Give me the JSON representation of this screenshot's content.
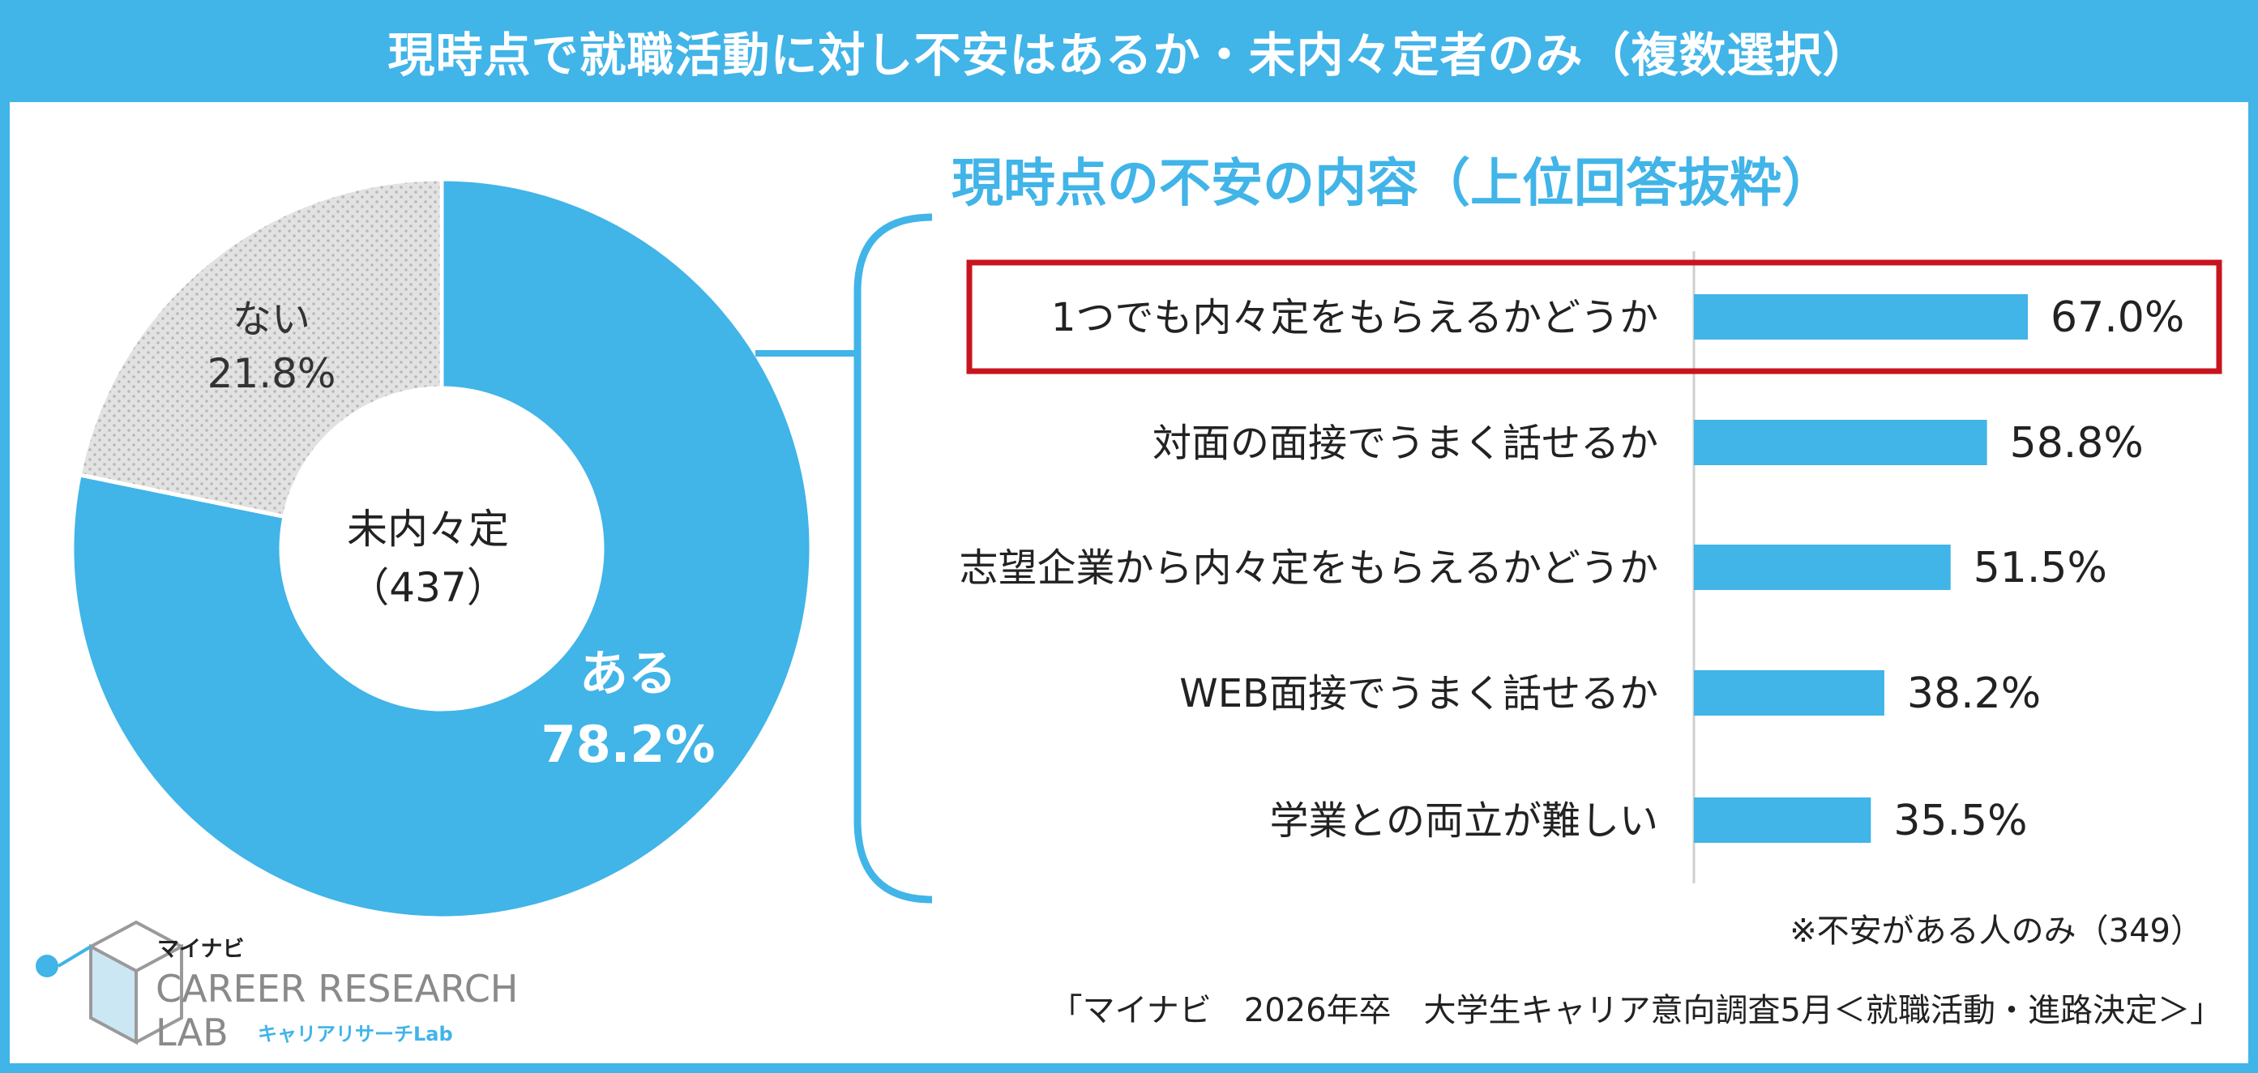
{
  "header": {
    "title": "現時点で就職活動に対し不安はあるか・未内々定者のみ（複数選択）"
  },
  "donut": {
    "center_label": "未内々定",
    "center_count": "（437）",
    "slices": [
      {
        "label": "ある",
        "value_label": "78.2%",
        "value": 78.2,
        "color": "#41b4e8"
      },
      {
        "label": "ない",
        "value_label": "21.8%",
        "value": 21.8,
        "color": "#dcdcdc"
      }
    ]
  },
  "chart_data": {
    "type": "bar",
    "title": "現時点の不安の内容（上位回答抜粋）",
    "categories": [
      "1つでも内々定をもらえるかどうか",
      "対面の面接でうまく話せるか",
      "志望企業から内々定をもらえるかどうか",
      "WEB面接でうまく話せるか",
      "学業との両立が難しい"
    ],
    "values": [
      67.0,
      58.8,
      51.5,
      38.2,
      35.5
    ],
    "value_labels": [
      "67.0%",
      "58.8%",
      "51.5%",
      "38.2%",
      "35.5%"
    ],
    "highlighted_index": 0,
    "bar_color": "#41b4e8",
    "highlight_color": "#c8141e"
  },
  "notes": {
    "base": "※不安がある人のみ（349）",
    "source": "「マイナビ　2026年卒　大学生キャリア意向調査5月＜就職活動・進路決定＞」"
  },
  "logo": {
    "brand": "マイナビ",
    "line1": "CAREER RESEARCH",
    "line2": "LAB",
    "sub": "キャリアリサーチLab"
  }
}
